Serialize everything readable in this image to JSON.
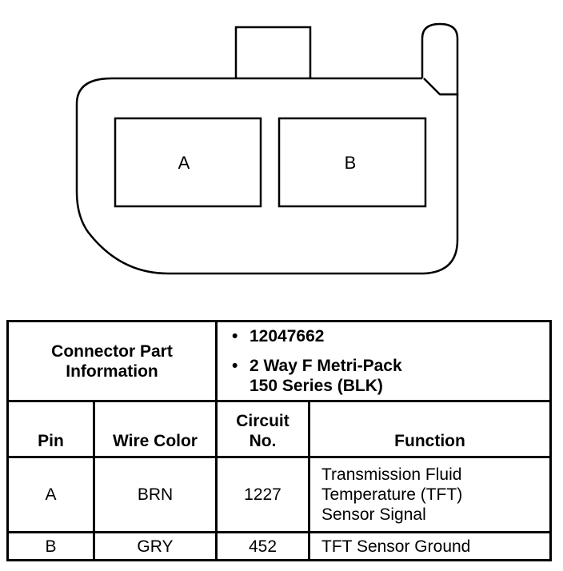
{
  "connector": {
    "cavity_a_label": "A",
    "cavity_b_label": "B"
  },
  "table": {
    "part_info_label_line1": "Connector Part",
    "part_info_label_line2": "Information",
    "part_info_items": {
      "item1": "12047662",
      "item2_line1": "2 Way F Metri-Pack",
      "item2_line2": "150 Series (BLK)"
    },
    "headers": {
      "pin": "Pin",
      "wire_color": "Wire Color",
      "circuit_line1": "Circuit",
      "circuit_line2": "No.",
      "function": "Function"
    },
    "rows": [
      {
        "pin": "A",
        "wire_color": "BRN",
        "circuit": "1227",
        "function_line1": "Transmission Fluid",
        "function_line2": "Temperature (TFT)",
        "function_line3": "Sensor Signal"
      },
      {
        "pin": "B",
        "wire_color": "GRY",
        "circuit": "452",
        "function_line1": "TFT Sensor Ground"
      }
    ]
  }
}
